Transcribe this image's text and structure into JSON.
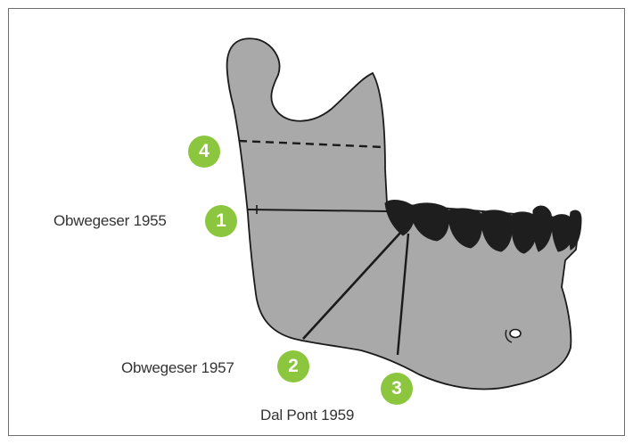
{
  "colors": {
    "bone_fill": "#a9a9a9",
    "outline": "#1a1a1a",
    "teeth": "#1e1e1e",
    "badge_green": "#8cc63f",
    "frame": "#6e6e6e"
  },
  "osteotomies": [
    {
      "number": "1",
      "label": "Obwegeser 1955"
    },
    {
      "number": "2",
      "label": "Obwegeser 1957"
    },
    {
      "number": "3",
      "label": "Dal Pont 1959"
    },
    {
      "number": "4",
      "label": ""
    }
  ]
}
